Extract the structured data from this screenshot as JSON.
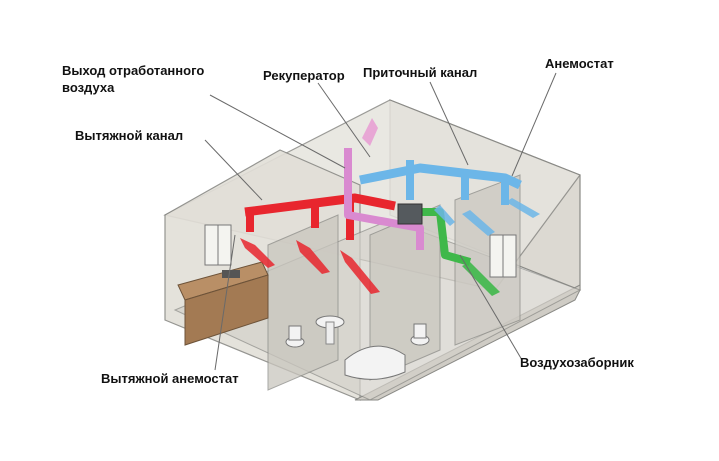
{
  "labels": {
    "exhaust_out_line1": "Выход отработанного",
    "exhaust_out_line2": "воздуха",
    "recuperator": "Рекуператор",
    "supply_channel": "Приточный канал",
    "anemostat": "Анемостат",
    "exhaust_channel": "Вытяжной канал",
    "exhaust_anemostat": "Вытяжной анемостат",
    "air_intake": "Воздухозаборник"
  },
  "colors": {
    "exhaust_duct": "#e8262e",
    "supply_duct": "#6cb6e8",
    "outlet_duct": "#d98ad0",
    "intake_duct": "#3fb84a",
    "house_wall": "#d9d6cf",
    "house_outline": "#8a8a86"
  },
  "icons": [
    "house-icon",
    "recuperator-icon",
    "sink-icon",
    "toilet-icon",
    "bathtub-icon",
    "stove-icon",
    "window-icon"
  ]
}
